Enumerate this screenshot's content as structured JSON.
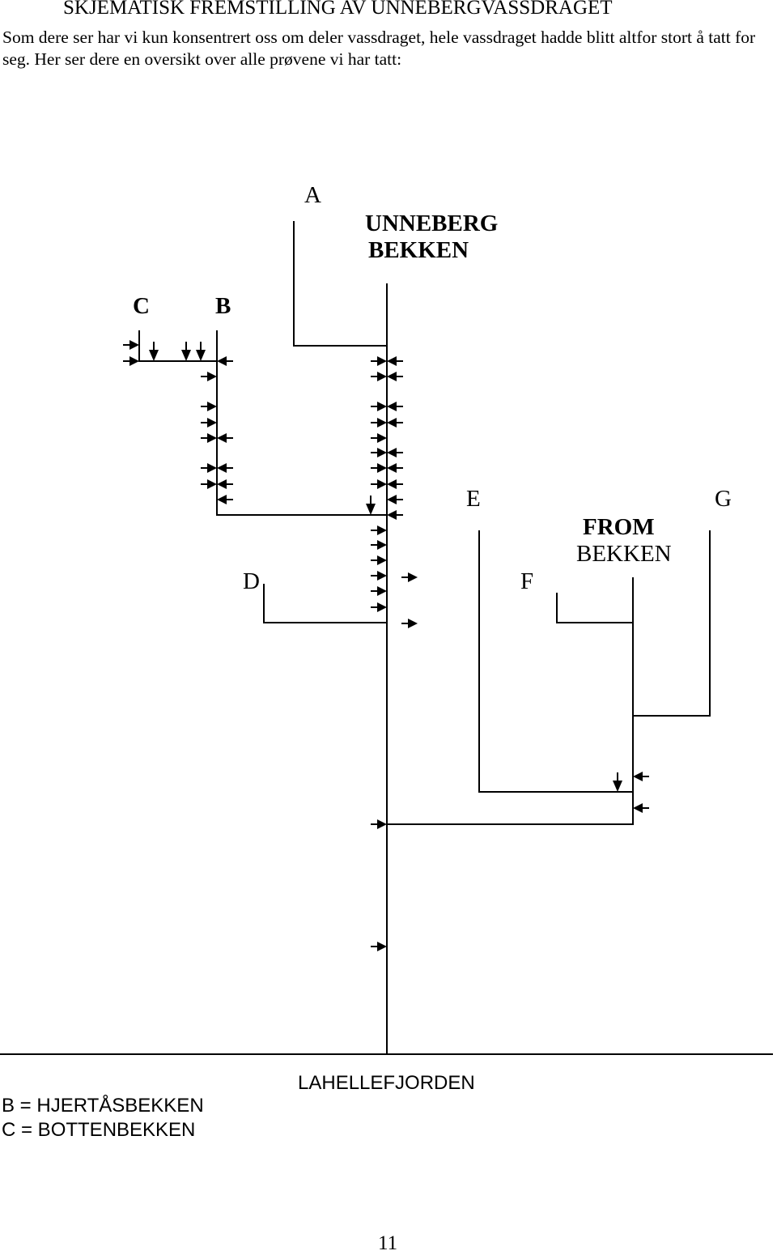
{
  "heading": "SKJEMATISK FREMSTILLING AV UNNEBERGVASSDRAGET",
  "intro": "Som dere ser har vi kun konsentrert oss om deler vassdraget, hele vassdraget hadde blitt altfor stort å tatt for seg. Her ser dere en oversikt over alle prøvene vi har tatt:",
  "diagram": {
    "labels": {
      "a": "A",
      "unneberg_line1": "UNNEBERG",
      "unneberg_line2": "BEKKEN",
      "c": "C",
      "b": "B",
      "d": "D",
      "e": "E",
      "f": "F",
      "g": "G",
      "from_line1": "FROM",
      "from_line2": "BEKKEN",
      "fjord": "LAHELLEFJORDEN"
    }
  },
  "legend": {
    "b": "B = HJERTÅSBEKKEN",
    "c": "C = BOTTENBEKKEN"
  },
  "page_number": "11"
}
